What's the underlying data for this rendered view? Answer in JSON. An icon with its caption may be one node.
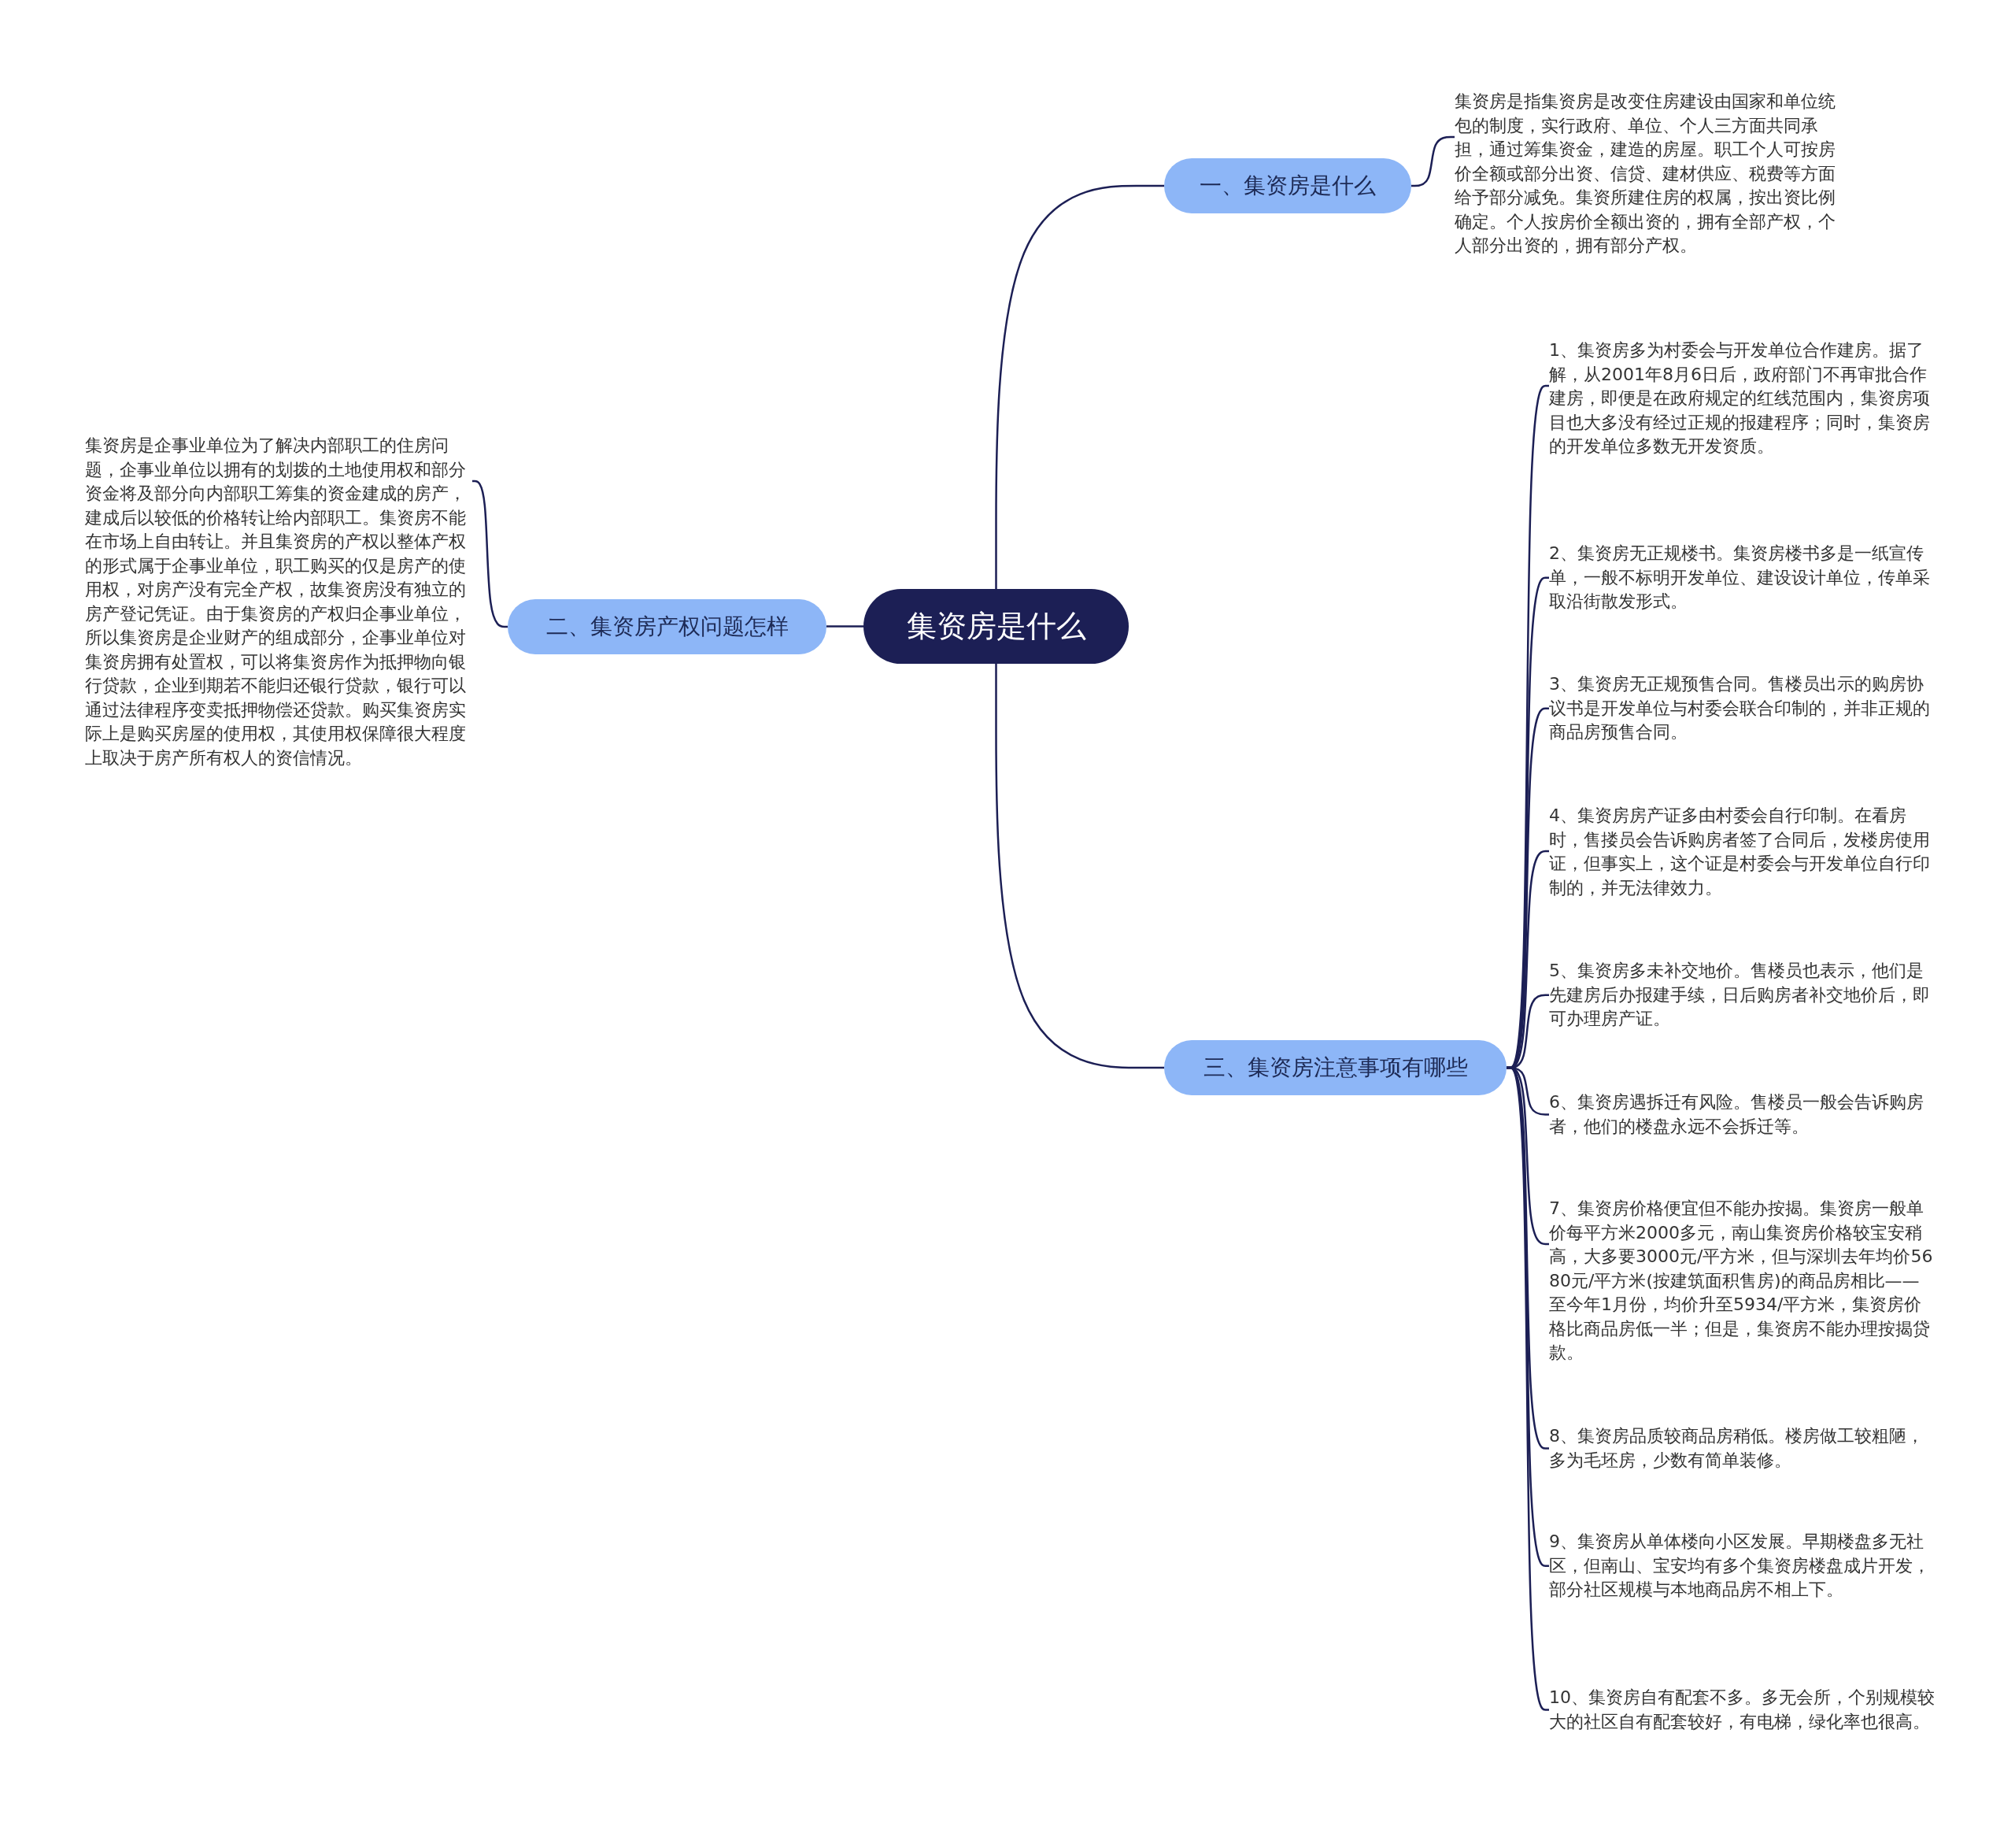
{
  "diagram": {
    "nodes": [
      {
        "text": [
          "集资房是什么"
        ]
      },
      {
        "text": [
          "一、集资房是什么"
        ]
      },
      {
        "text": [
          "集资房是指集资房是改变住房建设由国家和单位统包的制度，实行政府、单位、个人三方面共同承担，通过筹集资金，建造的房屋。职工个人可按房价全额或部分出资、信贷、建材供应、税费等方面给予部分减免。集资所建住房的权属，按出资比例确定。个人按房价全额出资的，拥有全部产权，个人部分出资的，拥有部分产权。"
        ]
      },
      {
        "text": [
          "二、集资房产权问题怎样"
        ]
      },
      {
        "text": [
          "集资房是企事业单位为了解决内部职工的住房问题，企事业单位以拥有的划拨的土地使用权和部分资金将及部分向内部职工筹集的资金建成的房产，建成后以较低的价格转让给内部职工。集资房不能在市场上自由转让。并且集资房的产权以整体产权的形式属于企事业单位，职工购买的仅是房产的使用权，对房产没有完全产权，故集资房没有独立的房产登记凭证。由于集资房的产权归企事业单位，所以集资房是企业财产的组成部分，企事业单位对集资房拥有处置权，可以将集资房作为抵押物向银行贷款，企业到期若不能归还银行贷款，银行可以通过法律程序变卖抵押物偿还贷款。购买集资房实际上是购买房屋的使用权，其使用权保障很大程度上取决于房产所有权人的资信情况。"
        ]
      },
      {
        "text": [
          "三、集资房注意事项有哪些"
        ]
      },
      {
        "text": [
          "1、集资房多为村委会与开发单位合作建房。据了解，从2001年8月6日后，政府部门不再审批合作建房，即便是在政府规定的红线范围内，集资房项目也大多没有经过正规的报建程序；同时，集资房的开发单位多数无开发资质。"
        ]
      },
      {
        "text": [
          "2、集资房无正规楼书。集资房楼书多是一纸宣传单，一般不标明开发单位、建设设计单位，传单采取沿街散发形式。"
        ]
      },
      {
        "text": [
          "3、集资房无正规预售合同。售楼员出示的购房协议书是开发单位与村委会联合印制的，并非正规的商品房预售合同。"
        ]
      },
      {
        "text": [
          "4、集资房房产证多由村委会自行印制。在看房时，售搂员会告诉购房者签了合同后，发楼房使用证，但事实上，这个证是村委会与开发单位自行印制的，并无法律效力。"
        ]
      },
      {
        "text": [
          "5、集资房多未补交地价。售楼员也表示，他们是先建房后办报建手续，日后购房者补交地价后，即可办理房产证。"
        ]
      },
      {
        "text": [
          "6、集资房遇拆迁有风险。售楼员一般会告诉购房者，他们的楼盘永远不会拆迁等。"
        ]
      },
      {
        "text": [
          "7、集资房价格便宜但不能办按揭。集资房一般单价每平方米2000多元，南山集资房价格较宝安稍高，大多要3000元/平方米，但与深圳去年均价5680元/平方米(按建筑面积售房)的商品房相比——至今年1月份，均价升至5934/平方米，集资房价格比商品房低一半；但是，集资房不能办理按揭贷款。"
        ]
      },
      {
        "text": [
          "8、集资房品质较商品房稍低。楼房做工较粗陋，多为毛坯房，少数有简单装修。"
        ]
      },
      {
        "text": [
          "9、集资房从单体楼向小区发展。早期楼盘多无社区，但南山、宝安均有多个集资房楼盘成片开发，部分社区规模与本地商品房不相上下。"
        ]
      },
      {
        "text": [
          "10、集资房自有配套不多。多无会所，个别规模较大的社区自有配套较好，有电梯，绿化率也很高。"
        ]
      }
    ],
    "edges": [
      {
        "from": 0,
        "to": 1,
        "arrow": "none"
      },
      {
        "from": 1,
        "to": 2,
        "arrow": "none"
      },
      {
        "from": 0,
        "to": 3,
        "arrow": "none"
      },
      {
        "from": 3,
        "to": 4,
        "arrow": "none"
      },
      {
        "from": 0,
        "to": 5,
        "arrow": "none"
      },
      {
        "from": 5,
        "to": 6,
        "arrow": "none"
      },
      {
        "from": 5,
        "to": 7,
        "arrow": "none"
      },
      {
        "from": 5,
        "to": 8,
        "arrow": "none"
      },
      {
        "from": 5,
        "to": 9,
        "arrow": "none"
      },
      {
        "from": 5,
        "to": 10,
        "arrow": "none"
      },
      {
        "from": 5,
        "to": 11,
        "arrow": "none"
      },
      {
        "from": 5,
        "to": 12,
        "arrow": "none"
      },
      {
        "from": 5,
        "to": 13,
        "arrow": "none"
      },
      {
        "from": 5,
        "to": 14,
        "arrow": "none"
      },
      {
        "from": 5,
        "to": 15,
        "arrow": "none"
      }
    ]
  }
}
